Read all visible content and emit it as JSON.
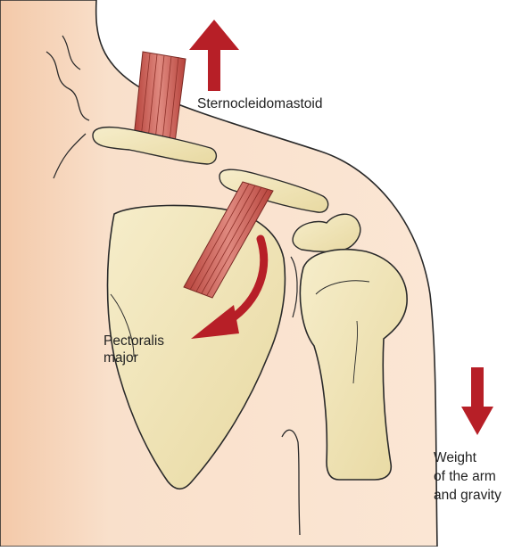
{
  "labels": {
    "sternocleidomastoid": "Sternocleidomastoid",
    "pectoralis_line1": "Pectoralis",
    "pectoralis_line2": "major",
    "weight_line1": "Weight",
    "weight_line2": "of the arm",
    "weight_line3": "and gravity"
  },
  "colors": {
    "skin": "#f8dcc4",
    "bone": "#efe2b2",
    "muscle": "#c9574c",
    "arrow": "#b71f27",
    "outline": "#2a2a2a"
  }
}
